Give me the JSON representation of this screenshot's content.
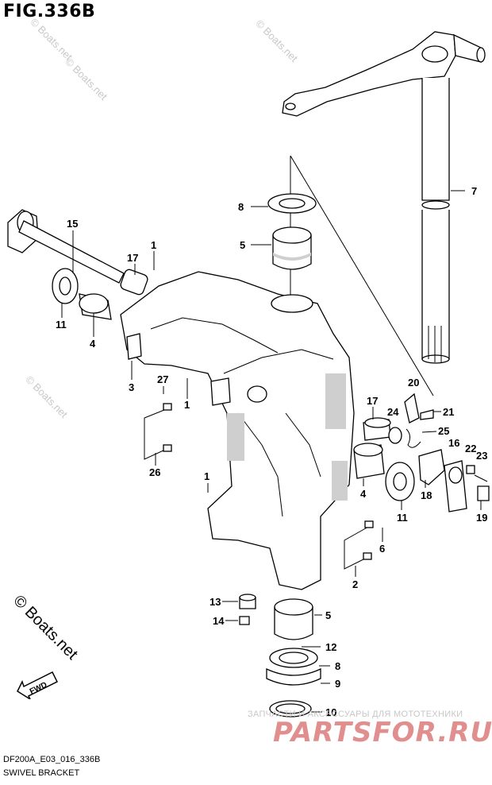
{
  "figure_title": "FIG.336B",
  "drawing_code": "DF200A_E03_016_336B",
  "caption": "SWIVEL BRACKET",
  "watermark": "© Boats.net",
  "shop_watermark": {
    "line1": "ЗАПЧАСТИ И АКСЕССУАРЫ ДЛЯ МОТОТЕХНИКИ",
    "logo": "PARTSFOR.RU"
  },
  "fwd_label": "FWD",
  "callouts": [
    "1",
    "1",
    "1",
    "2",
    "3",
    "4",
    "4",
    "5",
    "5",
    "6",
    "7",
    "8",
    "8",
    "9",
    "10",
    "11",
    "11",
    "12",
    "13",
    "14",
    "15",
    "16",
    "17",
    "17",
    "18",
    "19",
    "20",
    "21",
    "22",
    "23",
    "24",
    "25",
    "26",
    "27"
  ]
}
